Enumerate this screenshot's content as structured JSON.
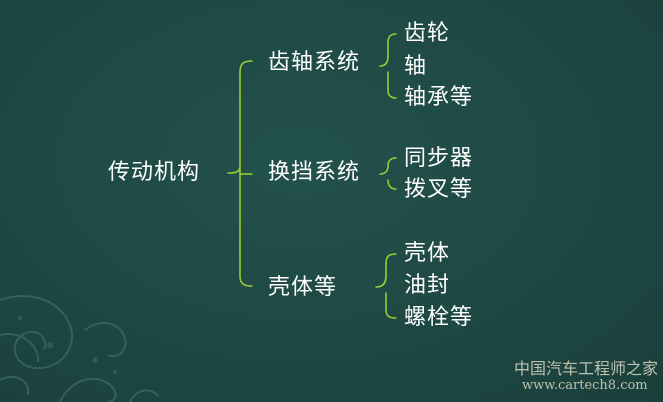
{
  "colors": {
    "background": "#1f4a46",
    "bracket": "#9acd32",
    "text": "#ffffff",
    "watermark": "#d9d9c2"
  },
  "tree": {
    "root": "传动机构",
    "branches": [
      {
        "label": "齿轴系统",
        "children": [
          "齿轮",
          "轴",
          "轴承等"
        ]
      },
      {
        "label": "换挡系统",
        "children": [
          "同步器",
          "拨叉等"
        ]
      },
      {
        "label": "壳体等",
        "children": [
          "壳体",
          "油封",
          "螺栓等"
        ]
      }
    ]
  },
  "watermark": {
    "name": "中国汽车工程师之家",
    "url": "www.cartech8.com"
  }
}
